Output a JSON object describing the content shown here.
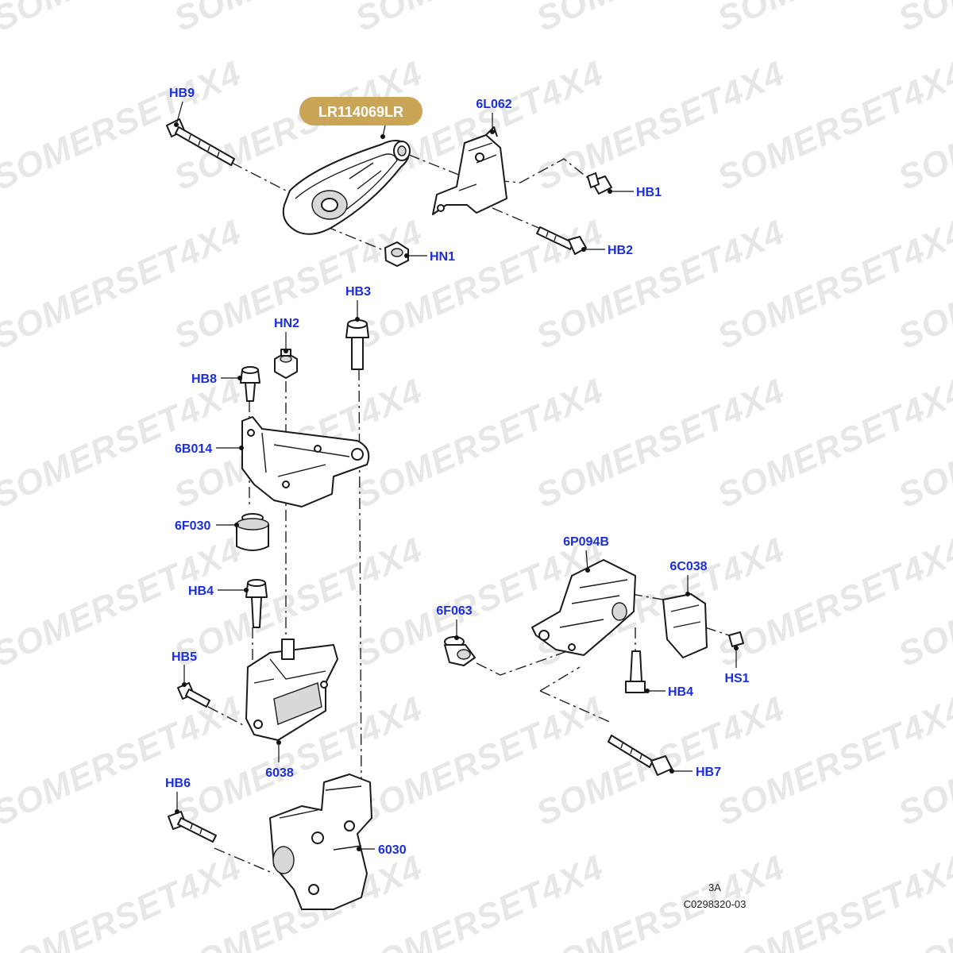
{
  "watermark": "SOMERSET4X4",
  "highlight_part": "LR114069LR",
  "labels": {
    "hb9": "HB9",
    "l6l062": "6L062",
    "hb1": "HB1",
    "hb2": "HB2",
    "hn1": "HN1",
    "hb3": "HB3",
    "hn2": "HN2",
    "hb8": "HB8",
    "l6b014": "6B014",
    "l6f030": "6F030",
    "hb4a": "HB4",
    "hb5": "HB5",
    "l6038": "6038",
    "hb6": "HB6",
    "l6030": "6030",
    "l6p094b": "6P094B",
    "l6c038": "6C038",
    "l6f063": "6F063",
    "hs1": "HS1",
    "hb4b": "HB4",
    "hb7": "HB7"
  },
  "footer": {
    "sheet": "3A",
    "drawing_code": "C0298320-03"
  },
  "colors": {
    "label": "#1a2ee0",
    "badge": "#c9a555",
    "watermark": "#e7e7e7"
  }
}
